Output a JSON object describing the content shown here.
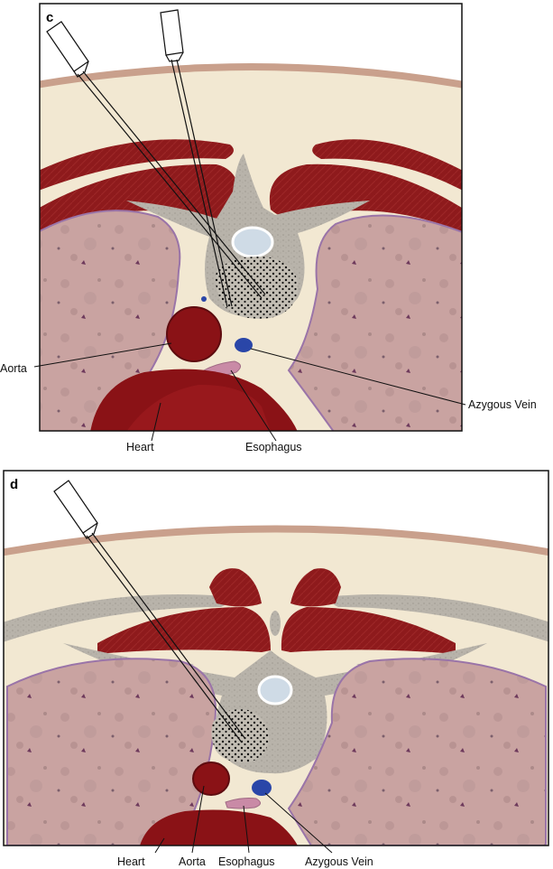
{
  "panels": [
    {
      "letter": "c",
      "labels": {
        "aorta": "Aorta",
        "azygous_vein": "Azygous Vein",
        "heart": "Heart",
        "esophagus": "Esophagus"
      }
    },
    {
      "letter": "d",
      "labels": {
        "heart": "Heart",
        "aorta": "Aorta",
        "esophagus": "Esophagus",
        "azygous_vein": "Azygous Vein"
      }
    }
  ],
  "colors": {
    "tissue": "#f2e8d2",
    "skin": "#c9a08c",
    "muscle": "#8e1a1c",
    "bone": "#b8b3aa",
    "lung": "#c9a3a1",
    "lung_edge": "#9a74a8",
    "aorta": "#8a1216",
    "heart": "#8a1216",
    "azygous_vein": "#2a46a8",
    "esophagus": "#c98aa6",
    "canal": "#cfdbe6",
    "needle": "#ffffff",
    "ink": "#111111"
  }
}
